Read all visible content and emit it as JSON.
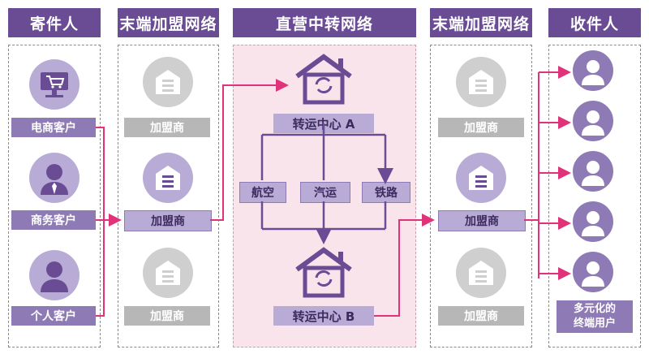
{
  "headers": [
    "寄件人",
    "末端加盟网络",
    "直营中转网络",
    "末端加盟网络",
    "收件人"
  ],
  "senders": [
    "电商客户",
    "商务客户",
    "个人客户"
  ],
  "franchise_left": [
    "加盟商",
    "加盟商",
    "加盟商"
  ],
  "franchise_right": [
    "加盟商",
    "加盟商",
    "加盟商"
  ],
  "hub_a": "转运中心 A",
  "hub_b": "转运中心 B",
  "modes": [
    "航空",
    "汽运",
    "铁路"
  ],
  "receivers_end": "多元化的\n终端用户",
  "colors": {
    "header": "#6a4c95",
    "arrow": "#e0337a",
    "purple": "#8e7bb5",
    "light": "#b8acd6",
    "gray": "#b7b7b7"
  }
}
